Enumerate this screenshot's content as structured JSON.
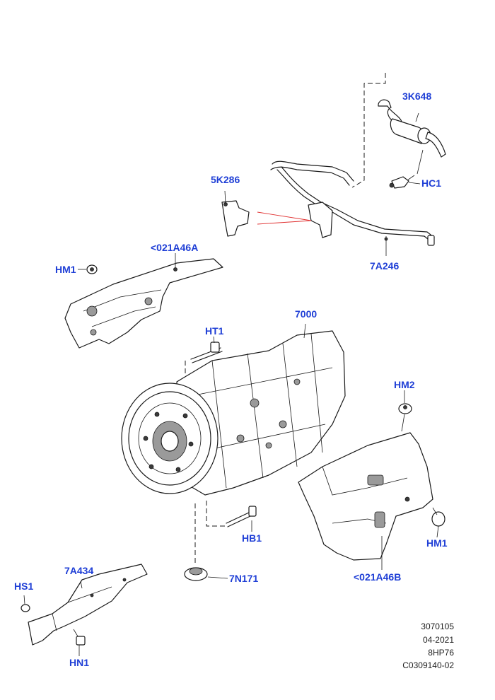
{
  "parts": {
    "k648": "3K648",
    "hc1": "HC1",
    "k286": "5K286",
    "a246": "7A246",
    "a46a": "<021A46A",
    "hm1_top": "HM1",
    "p7000": "7000",
    "ht1": "HT1",
    "hm2": "HM2",
    "hb1": "HB1",
    "hm1_right": "HM1",
    "a46b": "<021A46B",
    "a434": "7A434",
    "hs1": "HS1",
    "n171": "7N171",
    "hn1": "HN1"
  },
  "reference": {
    "code": "3070105",
    "date": "04-2021",
    "model": "8HP76",
    "drawing": "C0309140-02"
  },
  "colors": {
    "label": "#1f3fd6",
    "line": "#1a1a1a",
    "accent": "#e03030"
  }
}
